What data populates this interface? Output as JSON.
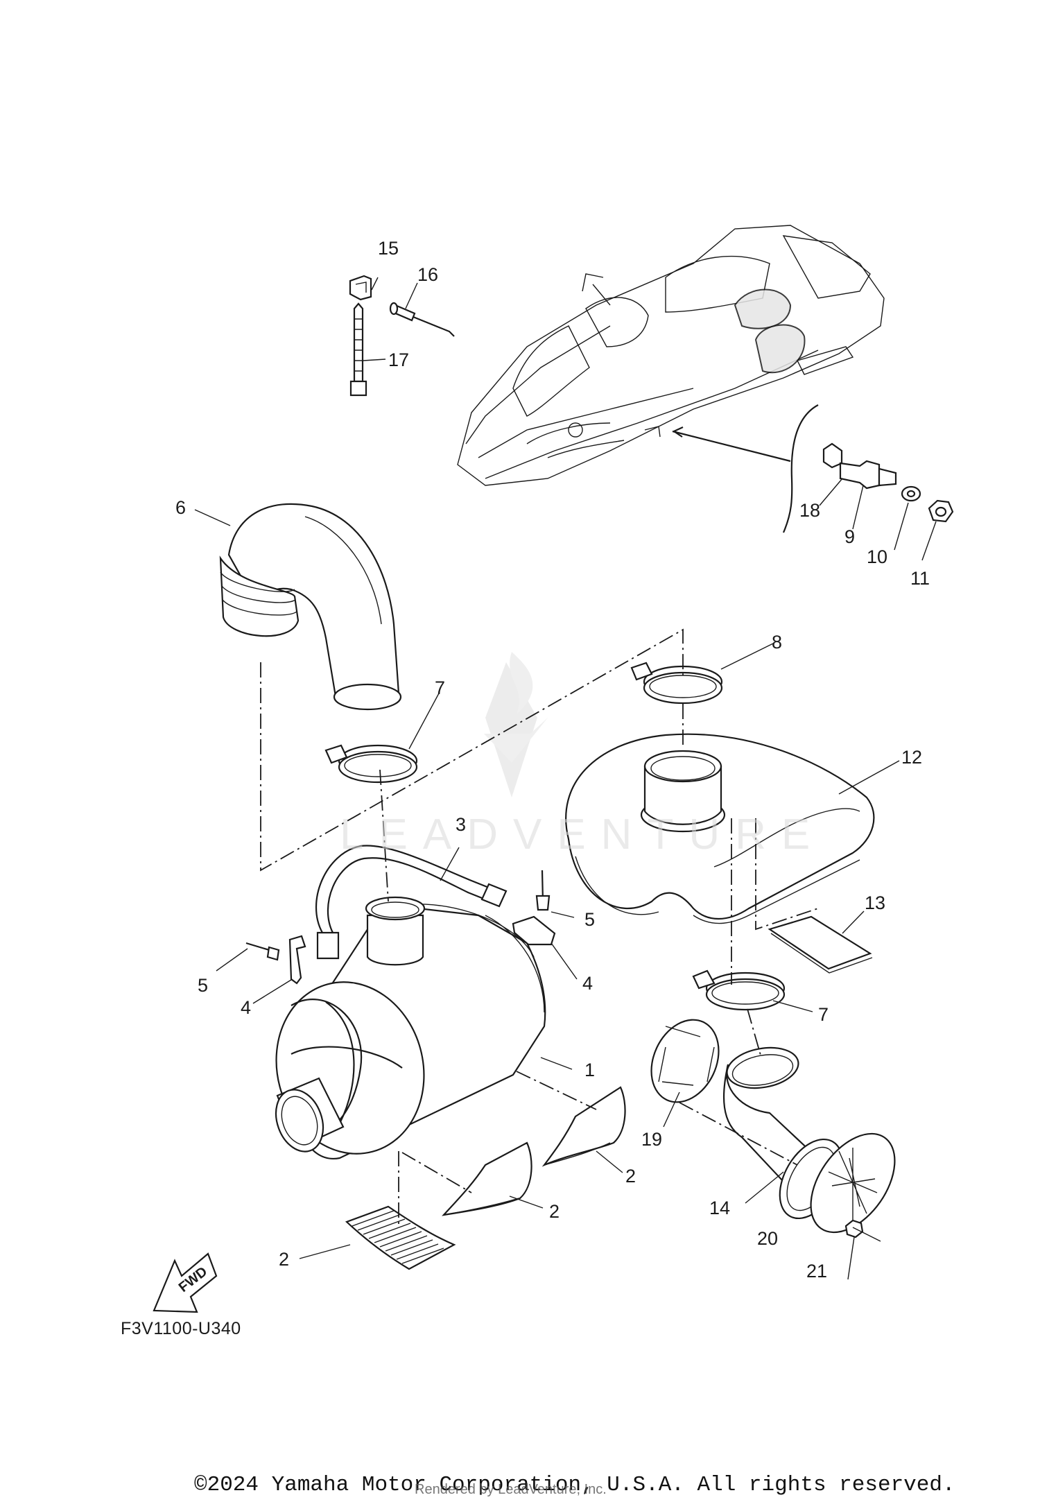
{
  "diagram": {
    "code": "F3V1100-U340",
    "fwd_label": "FWD",
    "callouts": {
      "c1": "1",
      "c2a": "2",
      "c2b": "2",
      "c2c": "2",
      "c3": "3",
      "c4a": "4",
      "c4b": "4",
      "c5a": "5",
      "c5b": "5",
      "c6": "6",
      "c7a": "7",
      "c7b": "7",
      "c8": "8",
      "c9": "9",
      "c10": "10",
      "c11": "11",
      "c12": "12",
      "c13": "13",
      "c14": "14",
      "c15": "15",
      "c16": "16",
      "c17": "17",
      "c18": "18",
      "c19": "19",
      "c20": "20",
      "c21": "21"
    }
  },
  "watermark": {
    "text": "LEADVENTURE"
  },
  "footer": {
    "copyright": "©2024 Yamaha Motor Corporation, U.S.A. All rights reserved.",
    "rendered_by": "Rendered by LeadVenture, Inc."
  }
}
